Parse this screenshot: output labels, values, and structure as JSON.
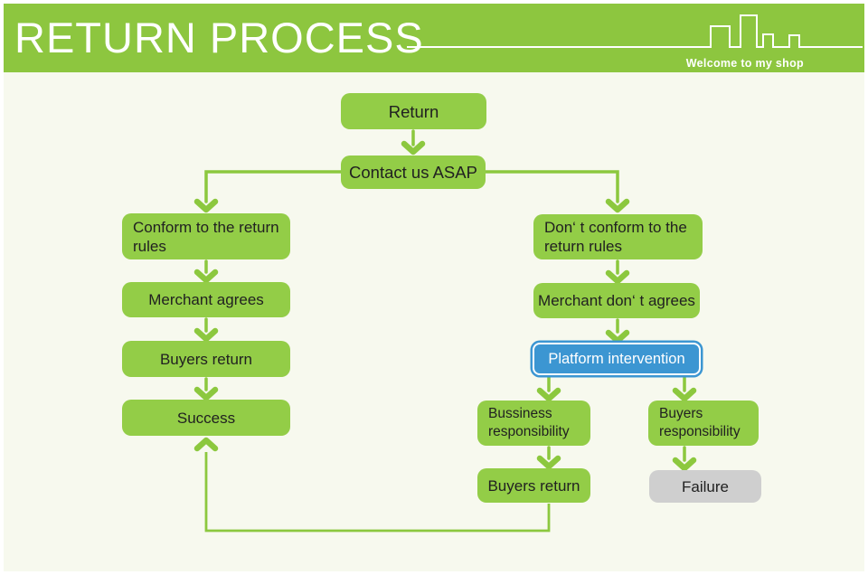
{
  "header": {
    "title": "RETURN PROCESS",
    "tagline": "Welcome to my shop",
    "decoration": "city-skyline-icon"
  },
  "colors": {
    "header_green": "#8dc63f",
    "box_green": "#93cd47",
    "connector_green": "#8cc83e",
    "highlight_blue": "#3c96d2",
    "gray_box": "#cfcfcf",
    "background": "#f7f9ee",
    "text_dark": "#212121",
    "white": "#ffffff"
  },
  "flowchart": {
    "nodes": [
      {
        "id": "return",
        "label": "Return",
        "variant": "green"
      },
      {
        "id": "contact",
        "label": "Contact us ASAP",
        "variant": "green"
      },
      {
        "id": "conform",
        "label": "Conform to the return rules",
        "variant": "green"
      },
      {
        "id": "merchant-agrees",
        "label": "Merchant agrees",
        "variant": "green"
      },
      {
        "id": "buyers-return-left",
        "label": "Buyers return",
        "variant": "green"
      },
      {
        "id": "success",
        "label": "Success",
        "variant": "green"
      },
      {
        "id": "dont-conform",
        "label": "Don‘ t conform to the return rules",
        "variant": "green"
      },
      {
        "id": "merchant-dont-agrees",
        "label": "Merchant don‘ t agrees",
        "variant": "green"
      },
      {
        "id": "platform-intervention",
        "label": "Platform intervention",
        "variant": "blue"
      },
      {
        "id": "bussiness-responsibility",
        "label": "Bussiness responsibility",
        "variant": "green"
      },
      {
        "id": "buyers-responsibility",
        "label": "Buyers responsibility",
        "variant": "green"
      },
      {
        "id": "buyers-return-right",
        "label": "Buyers return",
        "variant": "green"
      },
      {
        "id": "failure",
        "label": "Failure",
        "variant": "gray"
      }
    ],
    "edges": [
      {
        "from": "return",
        "to": "contact"
      },
      {
        "from": "contact",
        "to": "conform"
      },
      {
        "from": "contact",
        "to": "dont-conform"
      },
      {
        "from": "conform",
        "to": "merchant-agrees"
      },
      {
        "from": "merchant-agrees",
        "to": "buyers-return-left"
      },
      {
        "from": "buyers-return-left",
        "to": "success"
      },
      {
        "from": "dont-conform",
        "to": "merchant-dont-agrees"
      },
      {
        "from": "merchant-dont-agrees",
        "to": "platform-intervention"
      },
      {
        "from": "platform-intervention",
        "to": "bussiness-responsibility"
      },
      {
        "from": "platform-intervention",
        "to": "buyers-responsibility"
      },
      {
        "from": "bussiness-responsibility",
        "to": "buyers-return-right"
      },
      {
        "from": "buyers-responsibility",
        "to": "failure"
      },
      {
        "from": "buyers-return-right",
        "to": "success"
      }
    ]
  }
}
